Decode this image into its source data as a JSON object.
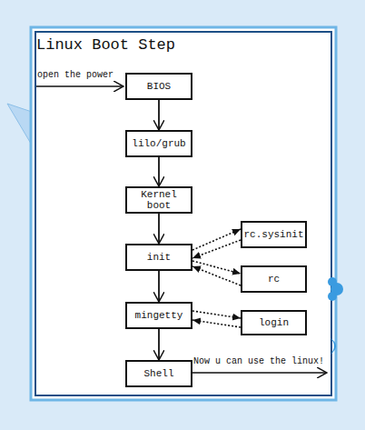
{
  "diagram": {
    "title": "Linux Boot Step",
    "nodes": [
      {
        "text": [
          "BIOS"
        ]
      },
      {
        "text": [
          "lilo/grub"
        ]
      },
      {
        "text": [
          "Kernel boot"
        ]
      },
      {
        "text": [
          "init"
        ]
      },
      {
        "text": [
          "rc.sysinit"
        ]
      },
      {
        "text": [
          "rc"
        ]
      },
      {
        "text": [
          "mingetty"
        ]
      },
      {
        "text": [
          "login"
        ]
      },
      {
        "text": [
          "Shell"
        ]
      }
    ],
    "edges": [
      {
        "from": 0,
        "to": 1,
        "arrow": "to"
      },
      {
        "from": 1,
        "to": 2,
        "arrow": "to"
      },
      {
        "from": 2,
        "to": 3,
        "arrow": "to"
      },
      {
        "from": 3,
        "to": 6,
        "arrow": "to"
      },
      {
        "from": 6,
        "to": 8,
        "arrow": "to"
      },
      {
        "from": 3,
        "to": 4,
        "arrow": "to"
      },
      {
        "from": 4,
        "to": 3,
        "arrow": "to"
      },
      {
        "from": 3,
        "to": 5,
        "arrow": "to"
      },
      {
        "from": 5,
        "to": 3,
        "arrow": "to"
      },
      {
        "from": 6,
        "to": 7,
        "arrow": "to"
      },
      {
        "from": 7,
        "to": 6,
        "arrow": "to"
      }
    ],
    "labels": [
      "open the power",
      "Now u can use the linux!"
    ]
  }
}
